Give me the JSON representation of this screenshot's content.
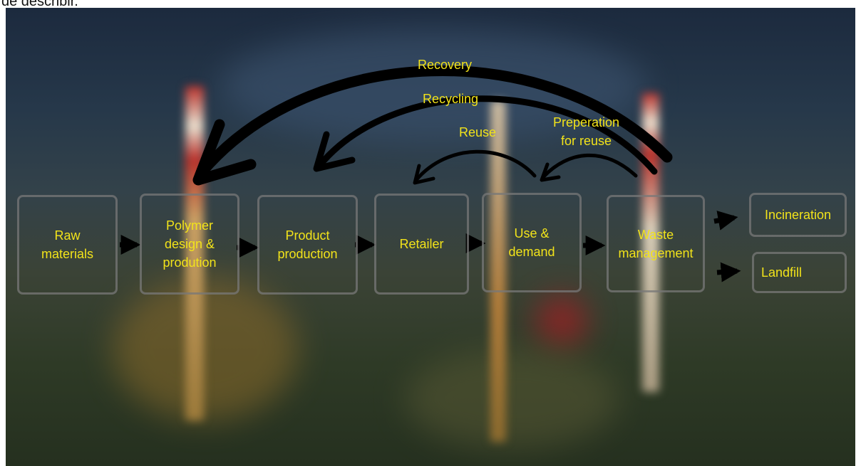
{
  "caption": "de describir.",
  "diagram": {
    "stages": [
      {
        "id": "raw",
        "label": "Raw\nmaterials"
      },
      {
        "id": "polymer",
        "label": "Polymer\ndesign &\nprodution"
      },
      {
        "id": "product",
        "label": "Product\nproduction"
      },
      {
        "id": "retailer",
        "label": "Retailer"
      },
      {
        "id": "use",
        "label": "Use &\ndemand"
      },
      {
        "id": "waste",
        "label": "Waste\nmanagement"
      }
    ],
    "outcomes": [
      {
        "id": "incineration",
        "label": "Incineration"
      },
      {
        "id": "landfill",
        "label": "Landfill"
      }
    ],
    "loops": [
      {
        "id": "recovery",
        "label": "Recovery",
        "from": "waste",
        "to": "polymer"
      },
      {
        "id": "recycling",
        "label": "Recycling",
        "from": "waste",
        "to": "product"
      },
      {
        "id": "reuse",
        "label": "Reuse",
        "from": "use",
        "to": "retailer"
      },
      {
        "id": "preparation",
        "label": "Preperation\nfor reuse",
        "from": "waste",
        "to": "use"
      }
    ],
    "colors": {
      "label": "#f2e31a",
      "box_border": "#787878",
      "arrow": "#000000"
    }
  }
}
